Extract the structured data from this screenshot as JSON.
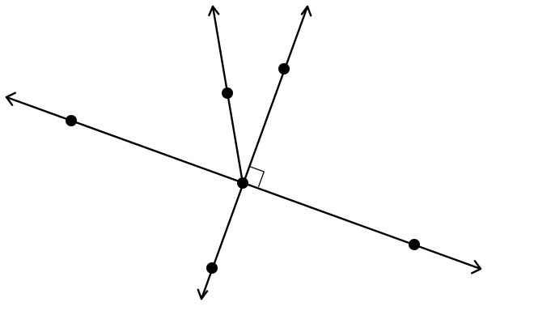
{
  "diagram": {
    "lines": [
      {
        "name": "horizontal-line",
        "arrowheads": 2
      },
      {
        "name": "perpendicular-line",
        "arrowheads": 2
      }
    ],
    "rays": [
      {
        "name": "upper-ray",
        "arrowheads": 1
      }
    ],
    "right_angle_marker": true,
    "point_count": 6,
    "colors": {
      "stroke": "#000000",
      "background": "#ffffff"
    }
  }
}
